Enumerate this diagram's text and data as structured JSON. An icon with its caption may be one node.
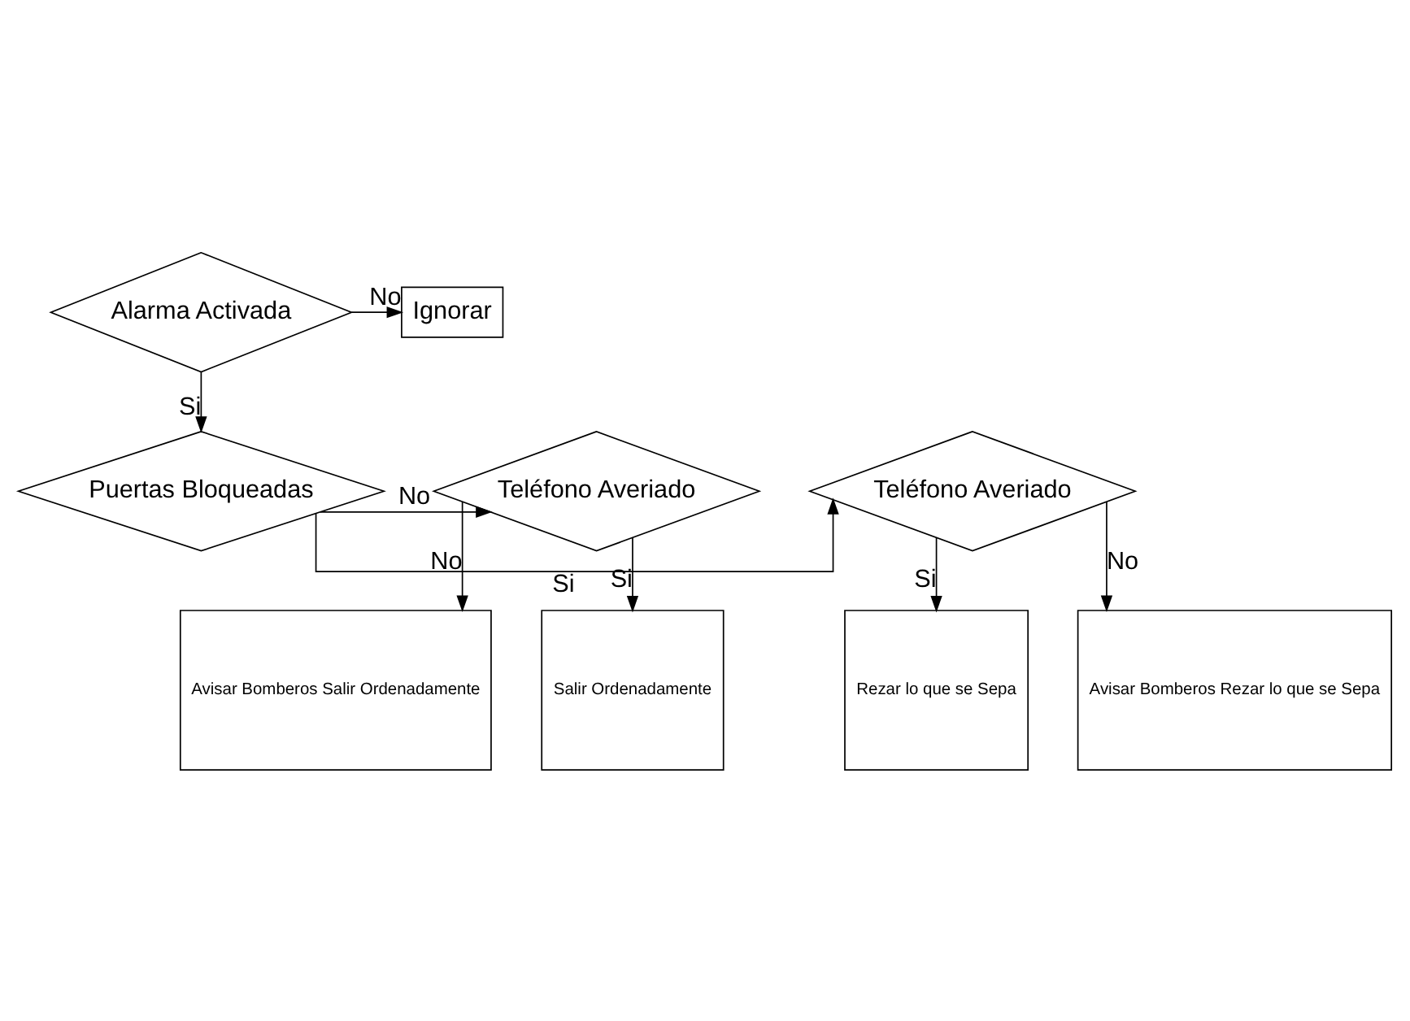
{
  "diagram": {
    "nodes": [
      {
        "text": [
          "Alarma Activada"
        ]
      },
      {
        "text": [
          "Ignorar"
        ]
      },
      {
        "text": [
          "Puertas Bloqueadas"
        ]
      },
      {
        "text": [
          "Teléfono Averiado"
        ]
      },
      {
        "text": [
          "Teléfono Averiado"
        ]
      },
      {
        "text": [
          "Rezar lo que se Sepa"
        ]
      },
      {
        "text": [
          "Avisar Bomberos Rezar lo que se Sepa"
        ]
      },
      {
        "text": [
          "Avisar Bomberos Salir Ordenadamente"
        ]
      },
      {
        "text": [
          "Salir Ordenadamente"
        ]
      }
    ],
    "edges": [
      {
        "from": 0,
        "to": 1,
        "arrow": "to",
        "label": "No"
      },
      {
        "from": 0,
        "to": 2,
        "arrow": "to",
        "label": "Si"
      },
      {
        "from": 2,
        "to": 3,
        "arrow": "to",
        "label": "Si"
      },
      {
        "from": 2,
        "to": 4,
        "arrow": "to",
        "label": "No"
      },
      {
        "from": 3,
        "to": 5,
        "arrow": "to",
        "label": "Si"
      },
      {
        "from": 3,
        "to": 6,
        "arrow": "to",
        "label": "No"
      },
      {
        "from": 4,
        "to": 7,
        "arrow": "to",
        "label": "No"
      },
      {
        "from": 4,
        "to": 8,
        "arrow": "to",
        "label": "Si"
      }
    ]
  }
}
